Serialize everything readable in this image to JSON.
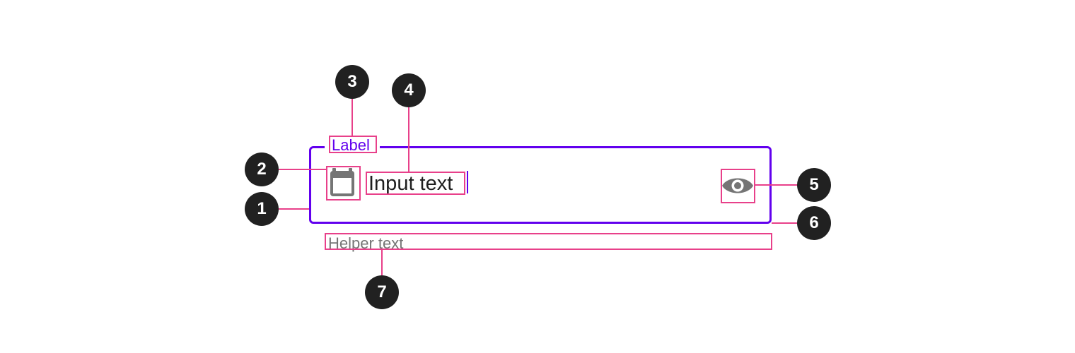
{
  "field": {
    "label": "Label",
    "input_text": "Input text",
    "helper_text": "Helper text"
  },
  "icons": {
    "leading": "calendar-icon",
    "trailing": "eye-icon"
  },
  "markers": [
    "1",
    "2",
    "3",
    "4",
    "5",
    "6",
    "7"
  ],
  "colors": {
    "accent": "#6200ee",
    "annotation": "#e8408a",
    "marker": "#212121",
    "icon": "#757575"
  }
}
